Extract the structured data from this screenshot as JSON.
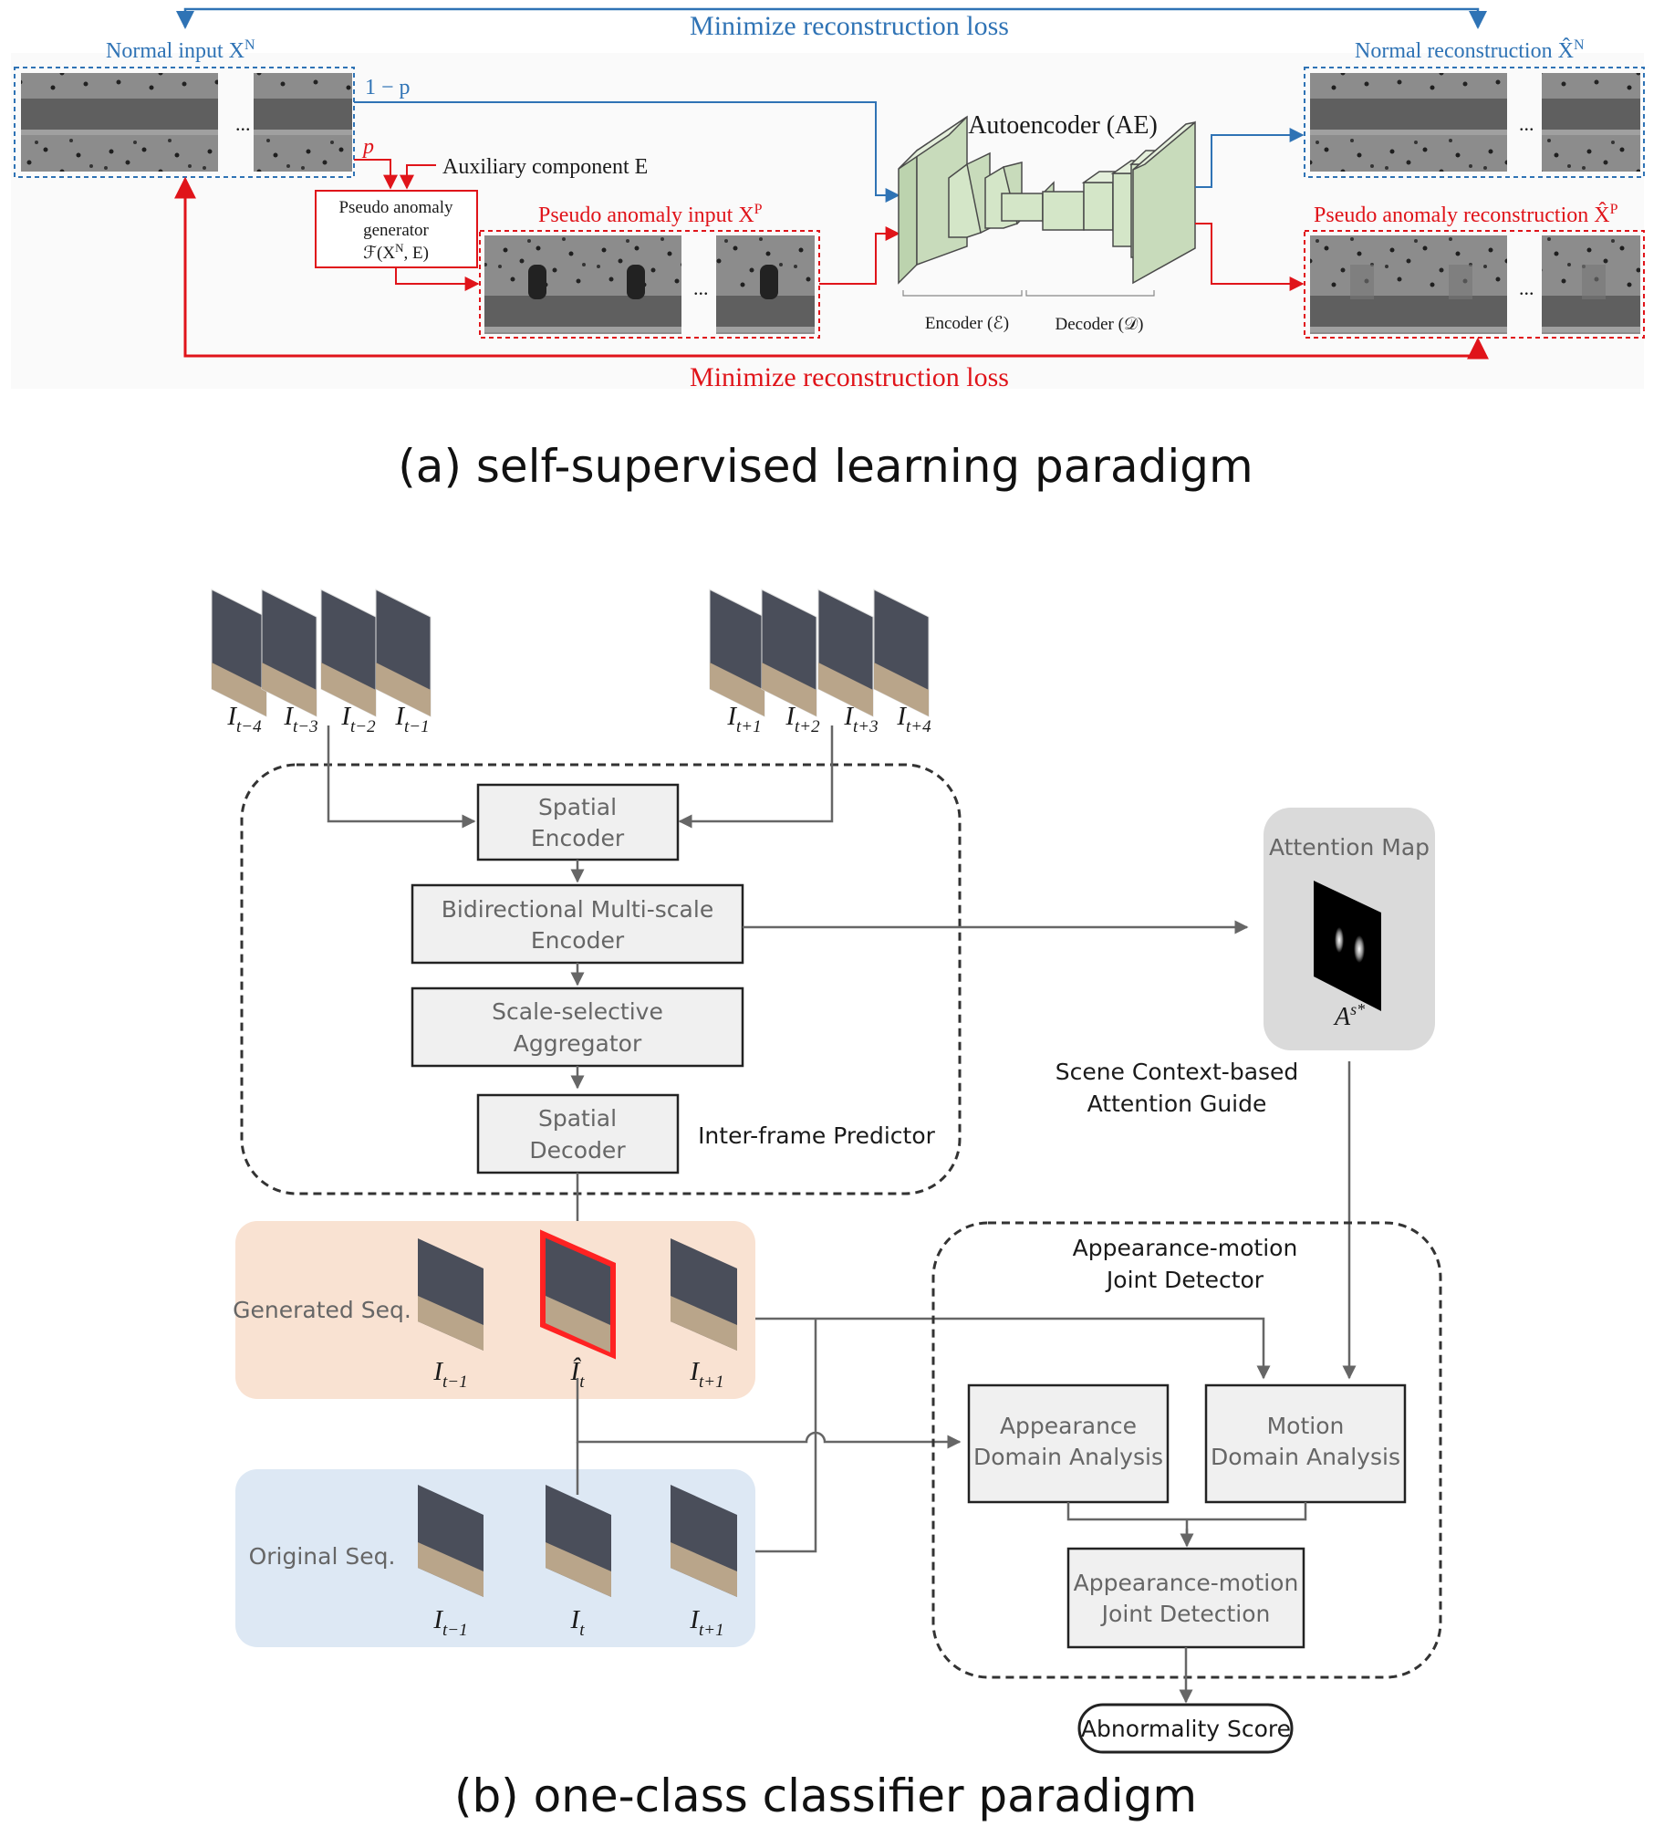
{
  "top": {
    "loss_top": "Minimize reconstruction loss",
    "loss_bottom": "Minimize reconstruction loss",
    "normal_input": "Normal input X",
    "normal_input_sup": "N",
    "normal_recon": "Normal reconstruction X̂",
    "normal_recon_sup": "N",
    "one_minus_p": "1 − p",
    "p": "p",
    "aux_component": "Auxiliary component E",
    "generator_line1": "Pseudo anomaly",
    "generator_line2": "generator",
    "generator_line3": "ℱ(X",
    "generator_line3_sup": "N",
    "generator_line3_end": ", E)",
    "pseudo_input": "Pseudo anomaly input X",
    "pseudo_input_sup": "P",
    "pseudo_recon": "Pseudo anomaly reconstruction X̂",
    "pseudo_recon_sup": "P",
    "autoencoder": "Autoencoder (AE)",
    "encoder": "Encoder (ℰ)",
    "decoder": "Decoder (𝒟)",
    "ellipsis": "..."
  },
  "caption_a": "(a) self-supervised learning paradigm",
  "caption_b": "(b) one-class classifier paradigm",
  "bottom": {
    "frames_left": [
      {
        "base": "I",
        "sub": "t−4"
      },
      {
        "base": "I",
        "sub": "t−3"
      },
      {
        "base": "I",
        "sub": "t−2"
      },
      {
        "base": "I",
        "sub": "t−1"
      }
    ],
    "frames_right": [
      {
        "base": "I",
        "sub": "t+1"
      },
      {
        "base": "I",
        "sub": "t+2"
      },
      {
        "base": "I",
        "sub": "t+3"
      },
      {
        "base": "I",
        "sub": "t+4"
      }
    ],
    "spatial_encoder": [
      "Spatial",
      "Encoder"
    ],
    "bidirectional": [
      "Bidirectional Multi-scale",
      "Encoder"
    ],
    "scale_selective": [
      "Scale-selective",
      "Aggregator"
    ],
    "spatial_decoder": [
      "Spatial",
      "Decoder"
    ],
    "inter_frame": "Inter-frame Predictor",
    "attention_map": "Attention Map",
    "attention_symbol": "A",
    "attention_sup": "s*",
    "scene_context": [
      "Scene Context-based",
      "Attention Guide"
    ],
    "generated_seq": "Generated Seq.",
    "original_seq": "Original Seq.",
    "gen_labels": [
      {
        "base": "I",
        "sub": "t−1"
      },
      {
        "base": "Î",
        "sub": "t"
      },
      {
        "base": "I",
        "sub": "t+1"
      }
    ],
    "orig_labels": [
      {
        "base": "I",
        "sub": "t−1"
      },
      {
        "base": "I",
        "sub": "t"
      },
      {
        "base": "I",
        "sub": "t+1"
      }
    ],
    "joint_detector": [
      "Appearance-motion",
      "Joint Detector"
    ],
    "appearance_analysis": [
      "Appearance",
      "Domain Analysis"
    ],
    "motion_analysis": [
      "Motion",
      "Domain Analysis"
    ],
    "joint_detection": [
      "Appearance-motion",
      "Joint Detection"
    ],
    "abnormality": "Abnormality Score"
  },
  "colors": {
    "blue": "#2f73b5",
    "red": "#e0141a",
    "ae_green": "#d4e6c8",
    "generated_bg": "#f9e2d2",
    "original_bg": "#dde8f4",
    "box_fill": "#f0f0f0",
    "attention_bg": "#dadada"
  }
}
